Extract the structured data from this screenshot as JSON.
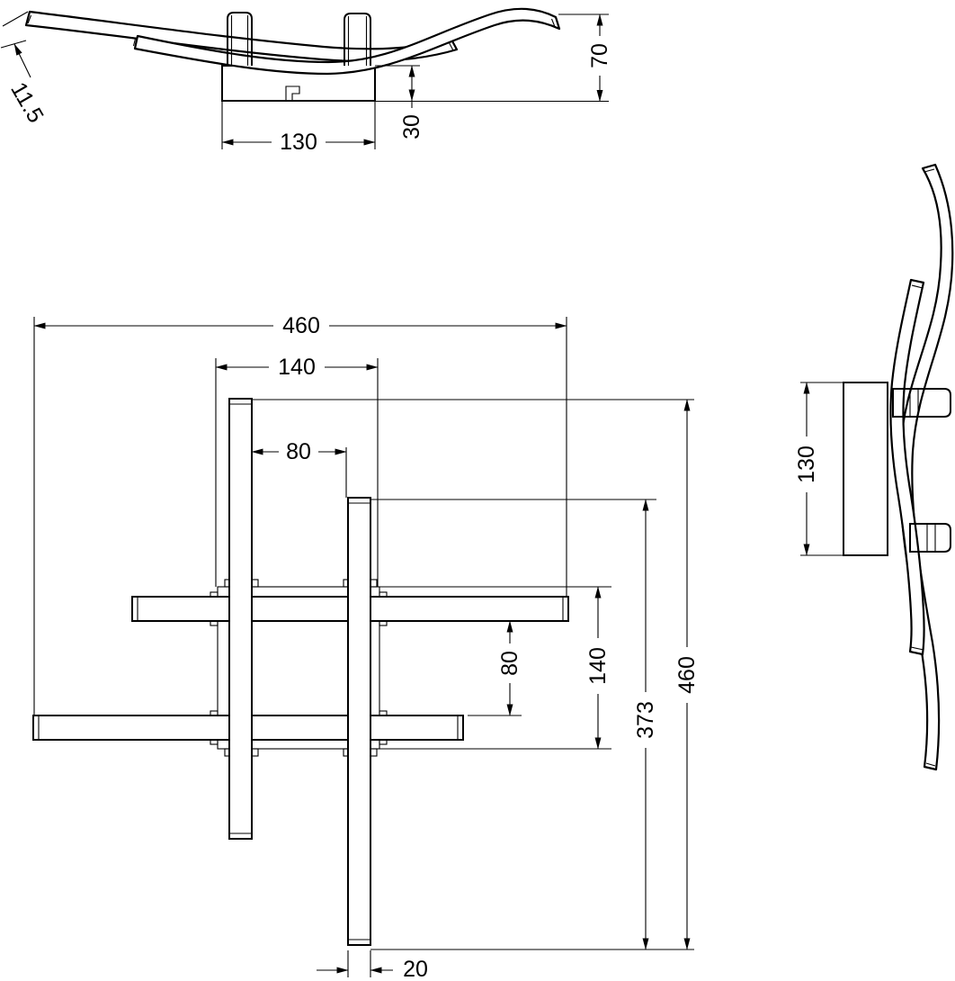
{
  "drawing": {
    "background": "#ffffff",
    "ink": "#000000",
    "front_view": {
      "dims": {
        "wave_thickness": "11.5",
        "plate_width": "130",
        "plate_height": "30",
        "total_height": "70"
      }
    },
    "plan_view": {
      "dims": {
        "total_width": "460",
        "canopy_width": "140",
        "bar_gap_horizontal": "80",
        "bar_gap_vertical": "80",
        "canopy_height": "140",
        "bar_length": "373",
        "total_height": "460",
        "bar_width": "20"
      }
    },
    "side_view": {
      "dims": {
        "plate_height": "130"
      }
    }
  }
}
